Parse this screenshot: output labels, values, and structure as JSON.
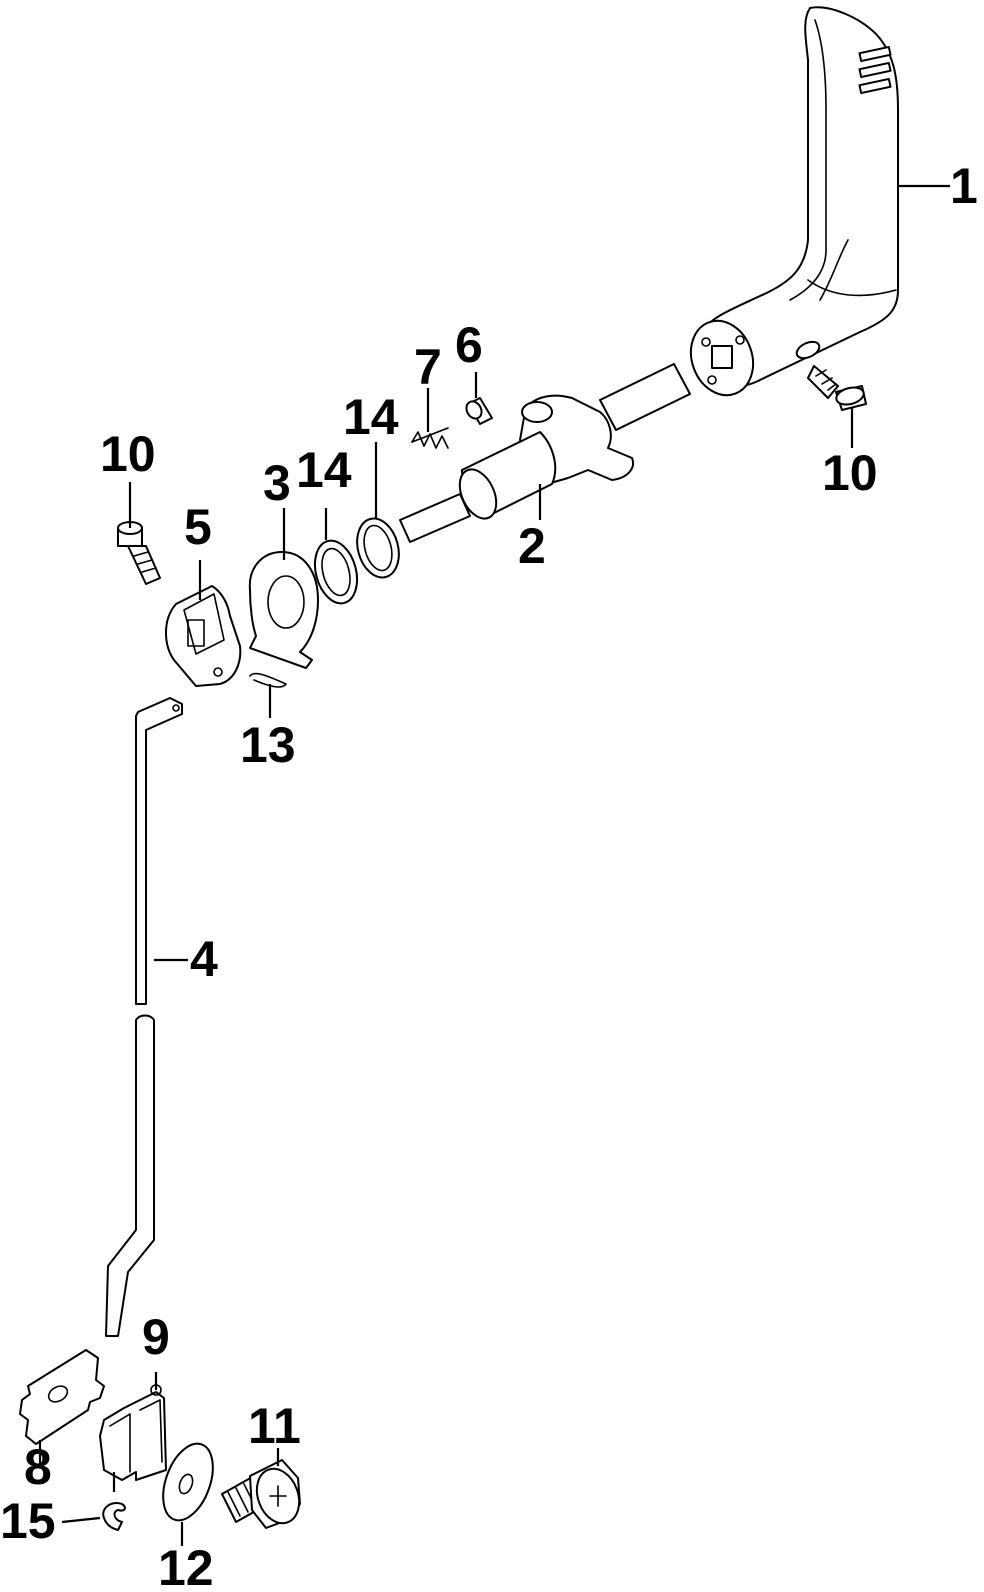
{
  "callouts": [
    "1",
    "2",
    "3",
    "4",
    "5",
    "6",
    "7",
    "8",
    "9",
    "10",
    "10",
    "11",
    "12",
    "13",
    "14",
    "14",
    "15"
  ]
}
